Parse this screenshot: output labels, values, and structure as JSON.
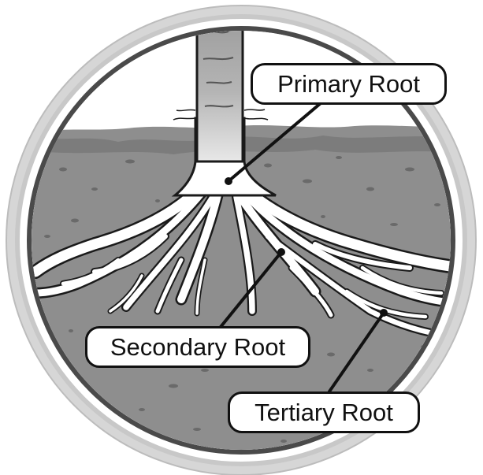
{
  "labels": {
    "primary": "Primary Root",
    "secondary": "Secondary Root",
    "tertiary": "Tertiary Root"
  },
  "colors": {
    "frame_outer": "#d4d4d4",
    "frame_inner": "#5a5a5a",
    "sky": "#ffffff",
    "soil": "#8c8c8c",
    "soil_speckle": "#6f6f6f",
    "root_fill": "#ffffff",
    "root_outline": "#1a1a1a",
    "stem": "#9a9a9a"
  }
}
